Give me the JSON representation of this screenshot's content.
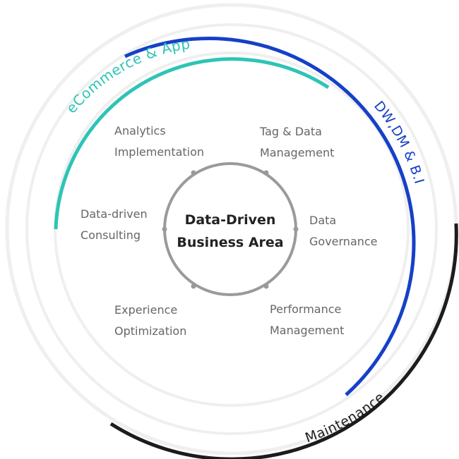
{
  "center": {
    "line1": "Data-Driven",
    "line2": "Business Area"
  },
  "areas": [
    {
      "line1": "Analytics",
      "line2": "Implementation"
    },
    {
      "line1": "Tag & Data",
      "line2": "Management"
    },
    {
      "line1": "Data",
      "line2": "Governance"
    },
    {
      "line1": "Performance",
      "line2": "Management"
    },
    {
      "line1": "Experience",
      "line2": "Optimization"
    },
    {
      "line1": "Data-driven",
      "line2": "Consulting"
    }
  ],
  "arcs": {
    "ecommerce": {
      "label": "eCommerce & App"
    },
    "dw": {
      "label": "DW,DM & B.I"
    },
    "maintenance": {
      "label": "Maintenance"
    }
  },
  "colors": {
    "teal": "#2ec4b6",
    "blue": "#1640c8",
    "black": "#1c1c1c",
    "ring": "#efefef",
    "center_ring": "#9a9a9a",
    "area_text": "#666666",
    "center_text": "#222222"
  }
}
